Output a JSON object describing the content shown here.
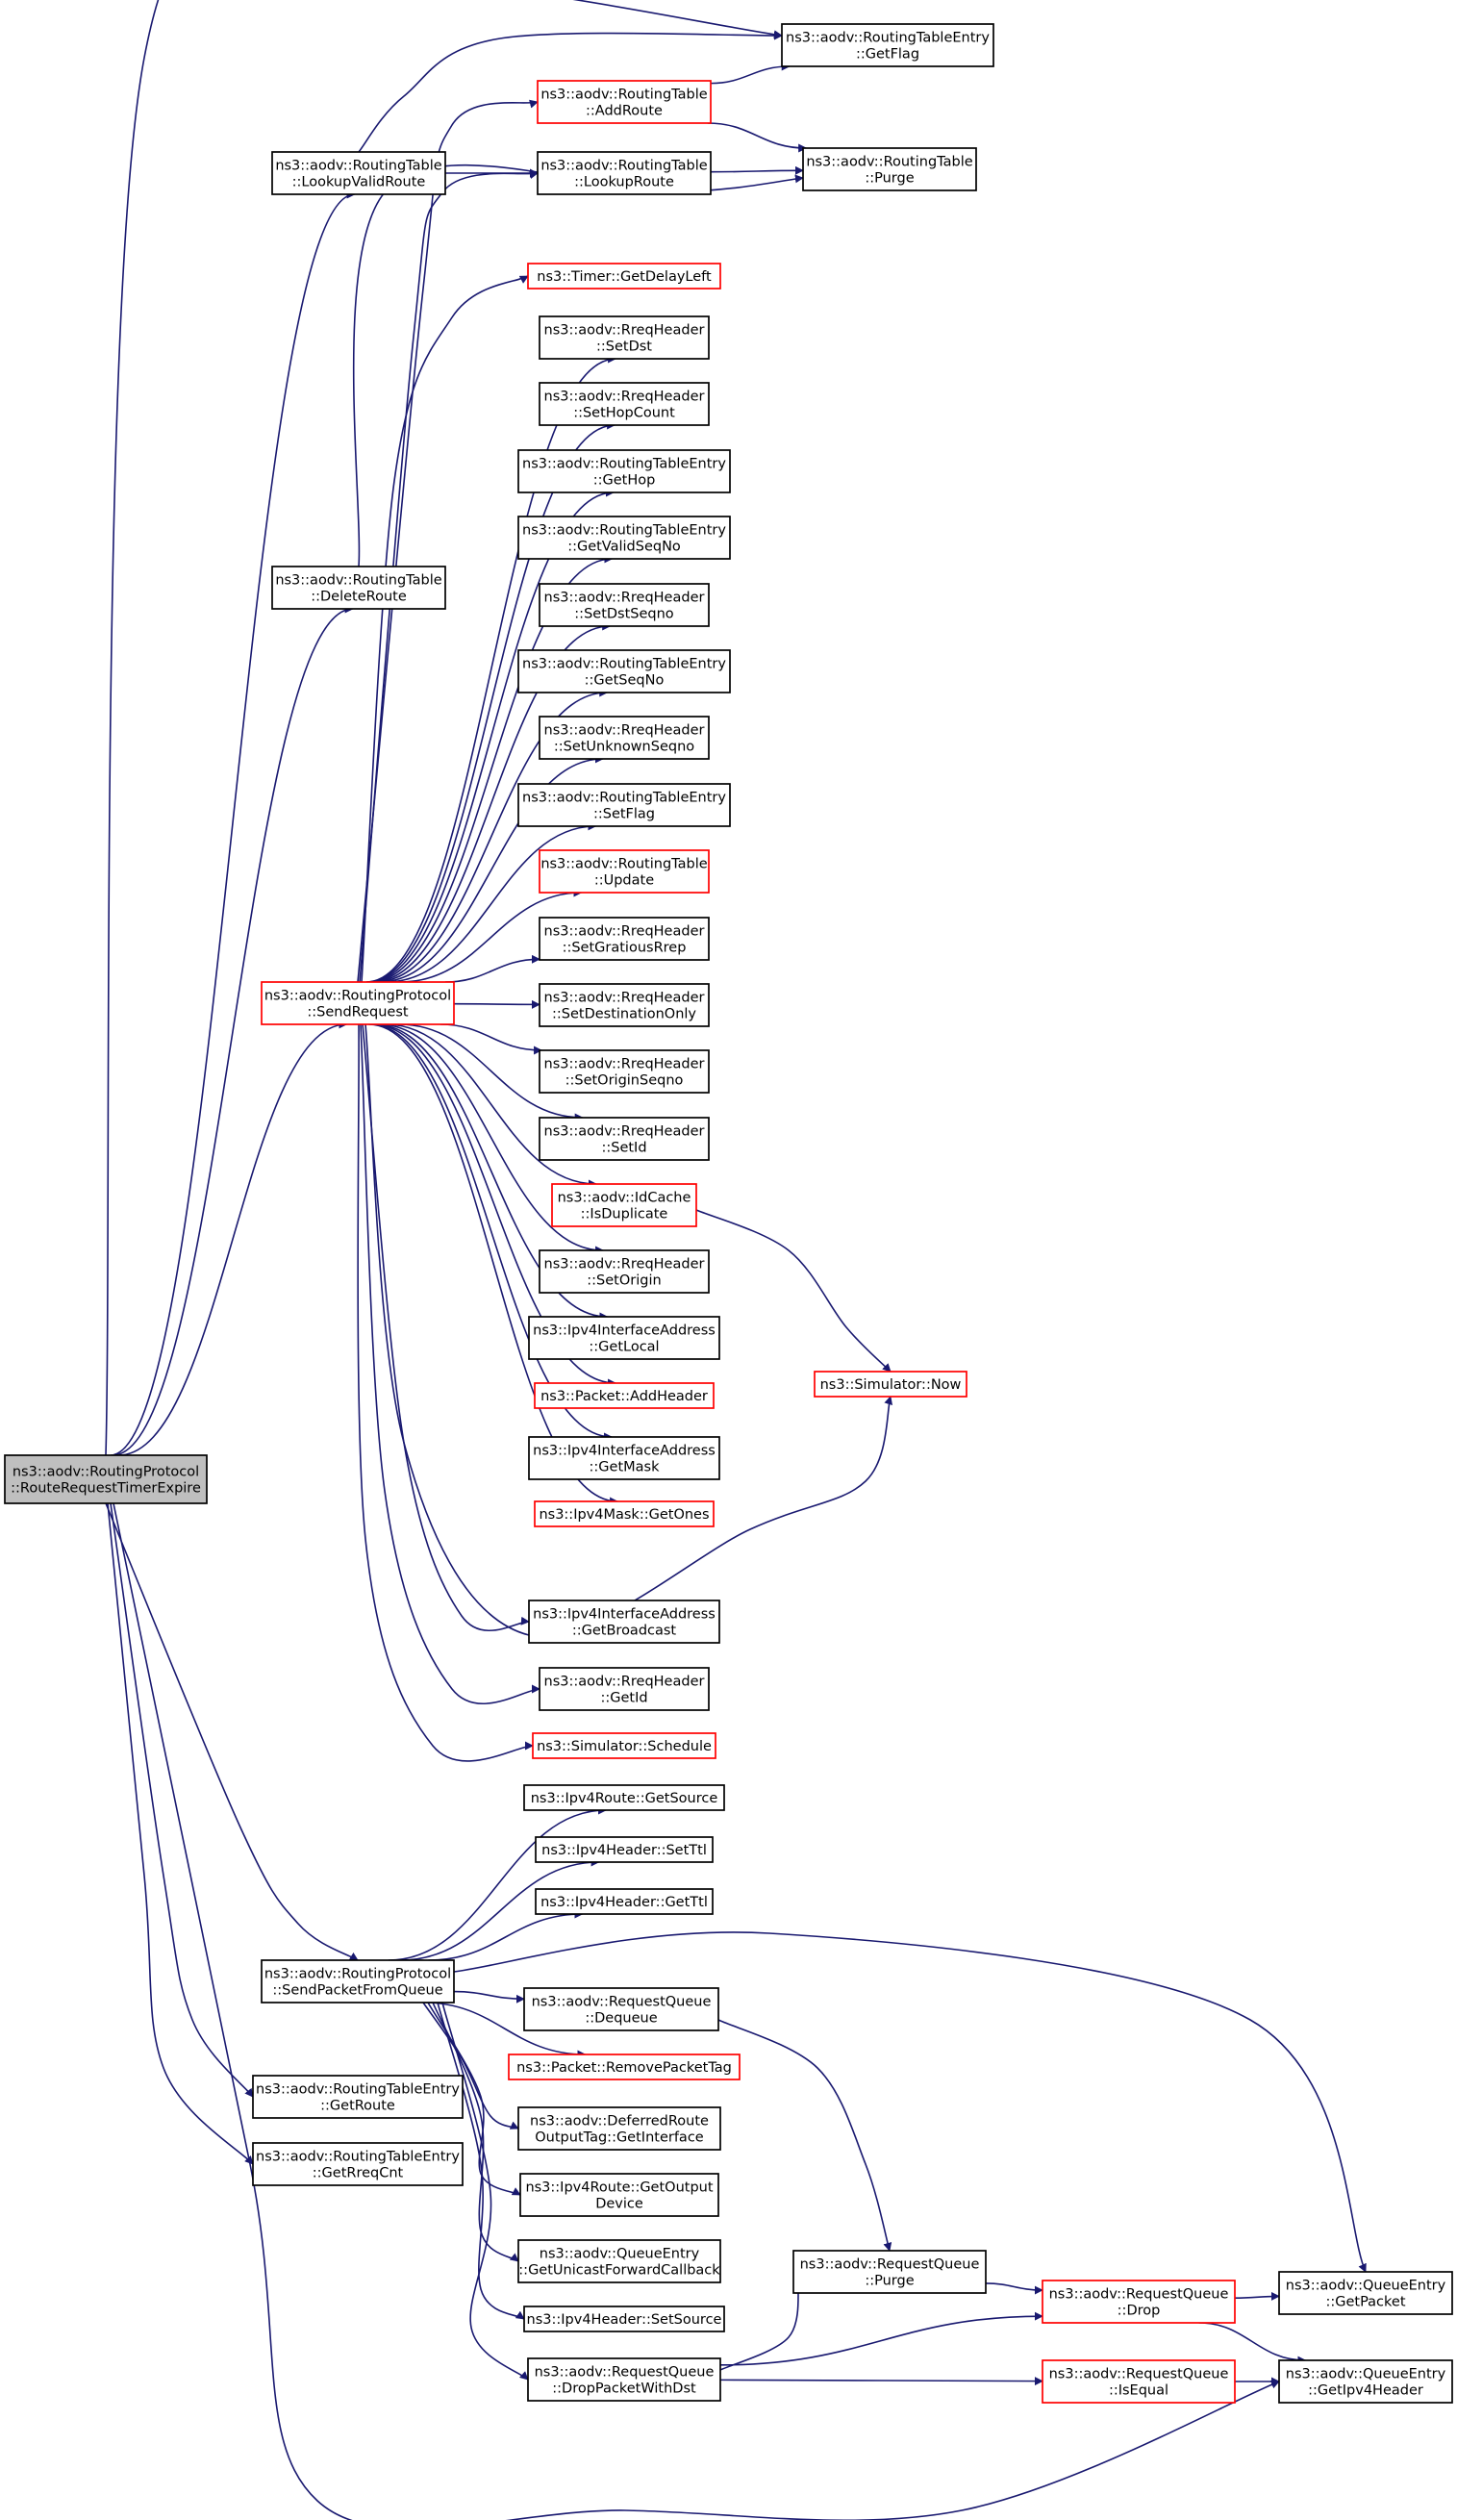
{
  "colors": {
    "edge": "#191970",
    "node_border": "#000000",
    "node_border_undocumented": "#ff0000",
    "root_fill": "#bfbfbf",
    "node_fill": "#ffffff",
    "background": "#ffffff"
  },
  "nodes": [
    {
      "id": "root",
      "lines": [
        "ns3::aodv::RoutingProtocol",
        "::RouteRequestTimerExpire"
      ],
      "style": "root"
    },
    {
      "id": "getflag",
      "lines": [
        "ns3::aodv::RoutingTableEntry",
        "::GetFlag"
      ],
      "style": "normal"
    },
    {
      "id": "addroute",
      "lines": [
        "ns3::aodv::RoutingTable",
        "::AddRoute"
      ],
      "style": "red"
    },
    {
      "id": "lookupvalid",
      "lines": [
        "ns3::aodv::RoutingTable",
        "::LookupValidRoute"
      ],
      "style": "normal"
    },
    {
      "id": "lookuproute",
      "lines": [
        "ns3::aodv::RoutingTable",
        "::LookupRoute"
      ],
      "style": "normal"
    },
    {
      "id": "purge_rt",
      "lines": [
        "ns3::aodv::RoutingTable",
        "::Purge"
      ],
      "style": "normal"
    },
    {
      "id": "getdelayleft",
      "lines": [
        "ns3::Timer::GetDelayLeft"
      ],
      "style": "red"
    },
    {
      "id": "setdst",
      "lines": [
        "ns3::aodv::RreqHeader",
        "::SetDst"
      ],
      "style": "normal"
    },
    {
      "id": "sethopcount",
      "lines": [
        "ns3::aodv::RreqHeader",
        "::SetHopCount"
      ],
      "style": "normal"
    },
    {
      "id": "gethop",
      "lines": [
        "ns3::aodv::RoutingTableEntry",
        "::GetHop"
      ],
      "style": "normal"
    },
    {
      "id": "getvalidseqno",
      "lines": [
        "ns3::aodv::RoutingTableEntry",
        "::GetValidSeqNo"
      ],
      "style": "normal"
    },
    {
      "id": "deleteroute",
      "lines": [
        "ns3::aodv::RoutingTable",
        "::DeleteRoute"
      ],
      "style": "normal"
    },
    {
      "id": "setdstseqno",
      "lines": [
        "ns3::aodv::RreqHeader",
        "::SetDstSeqno"
      ],
      "style": "normal"
    },
    {
      "id": "getseqno",
      "lines": [
        "ns3::aodv::RoutingTableEntry",
        "::GetSeqNo"
      ],
      "style": "normal"
    },
    {
      "id": "setunknownseqno",
      "lines": [
        "ns3::aodv::RreqHeader",
        "::SetUnknownSeqno"
      ],
      "style": "normal"
    },
    {
      "id": "setflag",
      "lines": [
        "ns3::aodv::RoutingTableEntry",
        "::SetFlag"
      ],
      "style": "normal"
    },
    {
      "id": "update",
      "lines": [
        "ns3::aodv::RoutingTable",
        "::Update"
      ],
      "style": "red"
    },
    {
      "id": "setgratiousrrep",
      "lines": [
        "ns3::aodv::RreqHeader",
        "::SetGratiousRrep"
      ],
      "style": "normal"
    },
    {
      "id": "sendrequest",
      "lines": [
        "ns3::aodv::RoutingProtocol",
        "::SendRequest"
      ],
      "style": "red"
    },
    {
      "id": "setdestonly",
      "lines": [
        "ns3::aodv::RreqHeader",
        "::SetDestinationOnly"
      ],
      "style": "normal"
    },
    {
      "id": "setoriginseqno",
      "lines": [
        "ns3::aodv::RreqHeader",
        "::SetOriginSeqno"
      ],
      "style": "normal"
    },
    {
      "id": "setid",
      "lines": [
        "ns3::aodv::RreqHeader",
        "::SetId"
      ],
      "style": "normal"
    },
    {
      "id": "isduplicate",
      "lines": [
        "ns3::aodv::IdCache",
        "::IsDuplicate"
      ],
      "style": "red"
    },
    {
      "id": "setorigin",
      "lines": [
        "ns3::aodv::RreqHeader",
        "::SetOrigin"
      ],
      "style": "normal"
    },
    {
      "id": "getlocal",
      "lines": [
        "ns3::Ipv4InterfaceAddress",
        "::GetLocal"
      ],
      "style": "normal"
    },
    {
      "id": "now",
      "lines": [
        "ns3::Simulator::Now"
      ],
      "style": "red"
    },
    {
      "id": "addheader",
      "lines": [
        "ns3::Packet::AddHeader"
      ],
      "style": "red"
    },
    {
      "id": "getmask",
      "lines": [
        "ns3::Ipv4InterfaceAddress",
        "::GetMask"
      ],
      "style": "normal"
    },
    {
      "id": "getones",
      "lines": [
        "ns3::Ipv4Mask::GetOnes"
      ],
      "style": "red"
    },
    {
      "id": "getbroadcast",
      "lines": [
        "ns3::Ipv4InterfaceAddress",
        "::GetBroadcast"
      ],
      "style": "normal"
    },
    {
      "id": "getid",
      "lines": [
        "ns3::aodv::RreqHeader",
        "::GetId"
      ],
      "style": "normal"
    },
    {
      "id": "schedule",
      "lines": [
        "ns3::Simulator::Schedule"
      ],
      "style": "red"
    },
    {
      "id": "getsource",
      "lines": [
        "ns3::Ipv4Route::GetSource"
      ],
      "style": "normal"
    },
    {
      "id": "setttl",
      "lines": [
        "ns3::Ipv4Header::SetTtl"
      ],
      "style": "normal"
    },
    {
      "id": "getttl",
      "lines": [
        "ns3::Ipv4Header::GetTtl"
      ],
      "style": "normal"
    },
    {
      "id": "sendpacket",
      "lines": [
        "ns3::aodv::RoutingProtocol",
        "::SendPacketFromQueue"
      ],
      "style": "normal"
    },
    {
      "id": "dequeue",
      "lines": [
        "ns3::aodv::RequestQueue",
        "::Dequeue"
      ],
      "style": "normal"
    },
    {
      "id": "removepackettag",
      "lines": [
        "ns3::Packet::RemovePacketTag"
      ],
      "style": "red"
    },
    {
      "id": "getroute",
      "lines": [
        "ns3::aodv::RoutingTableEntry",
        "::GetRoute"
      ],
      "style": "normal"
    },
    {
      "id": "getinterface",
      "lines": [
        "ns3::aodv::DeferredRoute",
        "OutputTag::GetInterface"
      ],
      "style": "normal"
    },
    {
      "id": "getrreqcnt",
      "lines": [
        "ns3::aodv::RoutingTableEntry",
        "::GetRreqCnt"
      ],
      "style": "normal"
    },
    {
      "id": "getoutputdevice",
      "lines": [
        "ns3::Ipv4Route::GetOutput",
        "Device"
      ],
      "style": "normal"
    },
    {
      "id": "getunicastfwd",
      "lines": [
        "ns3::aodv::QueueEntry",
        "::GetUnicastForwardCallback"
      ],
      "style": "normal"
    },
    {
      "id": "purge_rq",
      "lines": [
        "ns3::aodv::RequestQueue",
        "::Purge"
      ],
      "style": "normal"
    },
    {
      "id": "getpacket",
      "lines": [
        "ns3::aodv::QueueEntry",
        "::GetPacket"
      ],
      "style": "normal"
    },
    {
      "id": "drop",
      "lines": [
        "ns3::aodv::RequestQueue",
        "::Drop"
      ],
      "style": "red"
    },
    {
      "id": "setsource",
      "lines": [
        "ns3::Ipv4Header::SetSource"
      ],
      "style": "normal"
    },
    {
      "id": "dropwithdst",
      "lines": [
        "ns3::aodv::RequestQueue",
        "::DropPacketWithDst"
      ],
      "style": "normal"
    },
    {
      "id": "isequal",
      "lines": [
        "ns3::aodv::RequestQueue",
        "::IsEqual"
      ],
      "style": "red"
    },
    {
      "id": "getipv4header",
      "lines": [
        "ns3::aodv::QueueEntry",
        "::GetIpv4Header"
      ],
      "style": "normal"
    }
  ],
  "edges": [
    [
      "root",
      "getflag"
    ],
    [
      "root",
      "lookupvalid"
    ],
    [
      "root",
      "deleteroute"
    ],
    [
      "root",
      "sendrequest"
    ],
    [
      "root",
      "sendpacket"
    ],
    [
      "root",
      "getroute"
    ],
    [
      "root",
      "getrreqcnt"
    ],
    [
      "root",
      "getipv4header"
    ],
    [
      "lookupvalid",
      "getflag"
    ],
    [
      "lookupvalid",
      "lookuproute"
    ],
    [
      "addroute",
      "getflag"
    ],
    [
      "addroute",
      "purge_rt"
    ],
    [
      "lookuproute",
      "purge_rt"
    ],
    [
      "deleteroute",
      "purge_rt"
    ],
    [
      "sendrequest",
      "addroute"
    ],
    [
      "sendrequest",
      "lookuproute"
    ],
    [
      "sendrequest",
      "getdelayleft"
    ],
    [
      "sendrequest",
      "setdst"
    ],
    [
      "sendrequest",
      "sethopcount"
    ],
    [
      "sendrequest",
      "gethop"
    ],
    [
      "sendrequest",
      "getvalidseqno"
    ],
    [
      "sendrequest",
      "setdstseqno"
    ],
    [
      "sendrequest",
      "getseqno"
    ],
    [
      "sendrequest",
      "setunknownseqno"
    ],
    [
      "sendrequest",
      "setflag"
    ],
    [
      "sendrequest",
      "update"
    ],
    [
      "sendrequest",
      "setgratiousrrep"
    ],
    [
      "sendrequest",
      "setdestonly"
    ],
    [
      "sendrequest",
      "setoriginseqno"
    ],
    [
      "sendrequest",
      "setid"
    ],
    [
      "sendrequest",
      "isduplicate"
    ],
    [
      "sendrequest",
      "setorigin"
    ],
    [
      "sendrequest",
      "getlocal"
    ],
    [
      "sendrequest",
      "addheader"
    ],
    [
      "sendrequest",
      "getmask"
    ],
    [
      "sendrequest",
      "getones"
    ],
    [
      "sendrequest",
      "now"
    ],
    [
      "sendrequest",
      "getbroadcast"
    ],
    [
      "sendrequest",
      "getid"
    ],
    [
      "sendrequest",
      "schedule"
    ],
    [
      "isduplicate",
      "now"
    ],
    [
      "sendpacket",
      "getsource"
    ],
    [
      "sendpacket",
      "setttl"
    ],
    [
      "sendpacket",
      "getttl"
    ],
    [
      "sendpacket",
      "dequeue"
    ],
    [
      "sendpacket",
      "removepackettag"
    ],
    [
      "sendpacket",
      "getinterface"
    ],
    [
      "sendpacket",
      "getoutputdevice"
    ],
    [
      "sendpacket",
      "getunicastfwd"
    ],
    [
      "sendpacket",
      "setsource"
    ],
    [
      "sendpacket",
      "dropwithdst"
    ],
    [
      "sendpacket",
      "getpacket"
    ],
    [
      "dequeue",
      "purge_rq"
    ],
    [
      "purge_rq",
      "drop"
    ],
    [
      "drop",
      "getpacket"
    ],
    [
      "drop",
      "getipv4header"
    ],
    [
      "dropwithdst",
      "purge_rq"
    ],
    [
      "dropwithdst",
      "drop"
    ],
    [
      "dropwithdst",
      "isequal"
    ],
    [
      "isequal",
      "getipv4header"
    ]
  ]
}
